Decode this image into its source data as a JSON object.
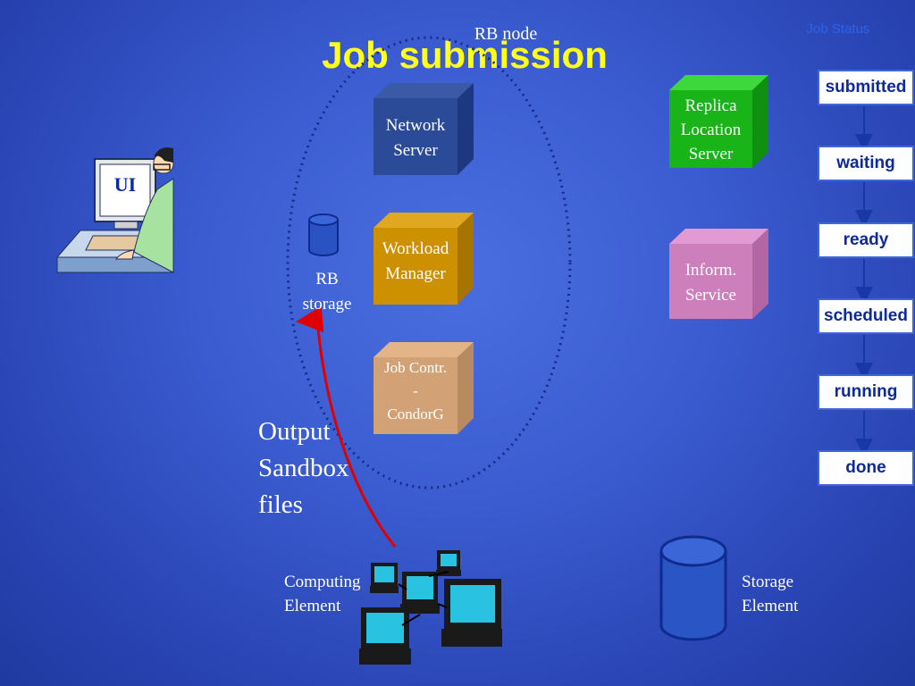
{
  "title": "Job submission",
  "rb_node": "RB node",
  "job_status_title": "Job Status",
  "ui_label": "UI",
  "network_server": [
    "Network",
    "Server"
  ],
  "workload_manager": [
    "Workload",
    "Manager"
  ],
  "job_controller": [
    "Job Contr.",
    "-",
    "CondorG"
  ],
  "replica_location_server": [
    "Replica",
    "Location",
    "Server"
  ],
  "information_service": [
    "Inform.",
    "Service"
  ],
  "rb_storage": [
    "RB",
    "storage"
  ],
  "output_sandbox": [
    "Output",
    "Sandbox",
    "files"
  ],
  "computing_element": [
    "Computing",
    "Element"
  ],
  "storage_element": [
    "Storage",
    "Element"
  ],
  "statuses": [
    "submitted",
    "waiting",
    "ready",
    "scheduled",
    "running",
    "done"
  ]
}
